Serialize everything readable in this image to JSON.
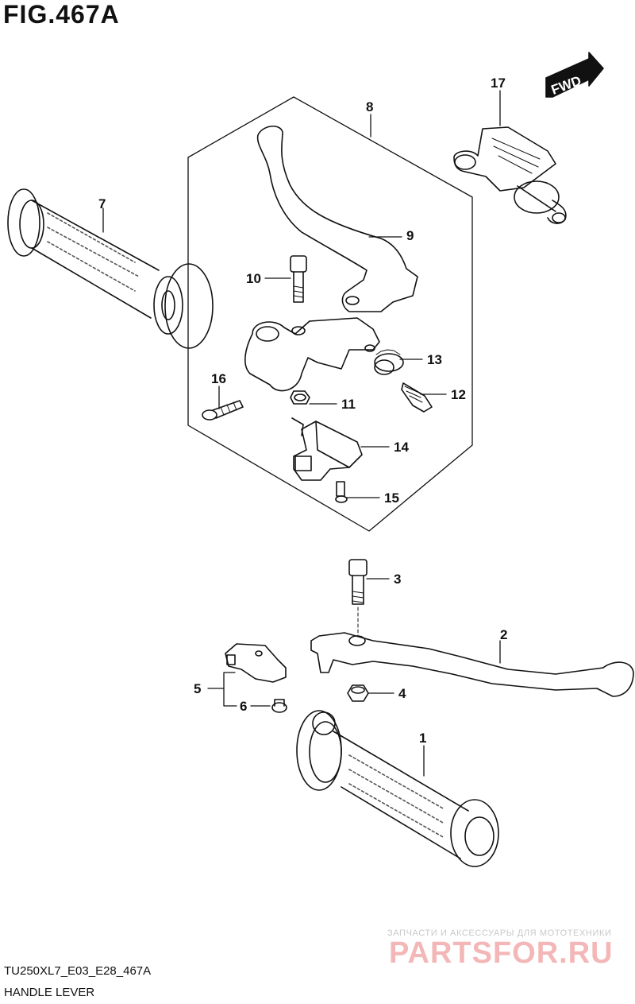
{
  "figure": {
    "title": "FIG.467A",
    "code": "TU250XL7_E03_E28_467A",
    "caption": "HANDLE LEVER"
  },
  "fwd_label": "FWD",
  "callouts": [
    "1",
    "2",
    "3",
    "4",
    "5",
    "6",
    "7",
    "8",
    "9",
    "10",
    "11",
    "12",
    "13",
    "14",
    "15",
    "16",
    "17"
  ],
  "watermark": {
    "line1": "ЗАПЧАСТИ И АКСЕССУАРЫ ДЛЯ МОТОТЕХНИКИ",
    "line2": "PARTSFOR.RU"
  }
}
